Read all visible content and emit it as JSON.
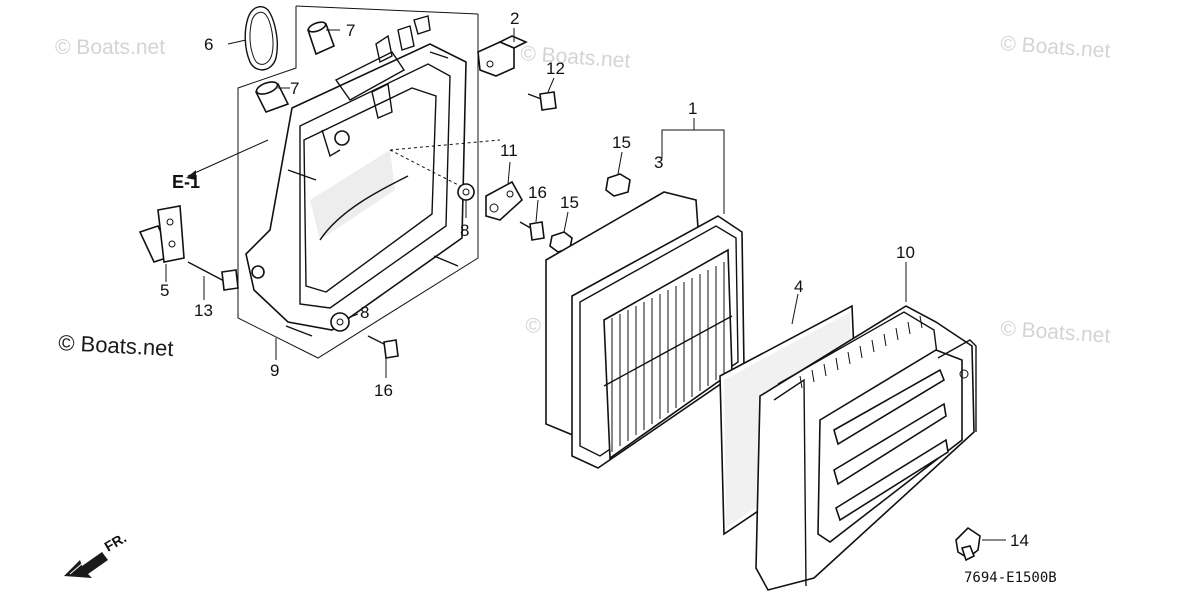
{
  "watermarks": [
    "© Boats.net",
    "© Boats.net",
    "© Boats.net",
    "© Boats.net",
    "© Boats.net",
    "© Boats.net"
  ],
  "callouts": {
    "p1": "1",
    "p2": "2",
    "p3": "3",
    "p4": "4",
    "p5": "5",
    "p6": "6",
    "p7a": "7",
    "p7b": "7",
    "p8a": "8",
    "p8b": "8",
    "p9": "9",
    "p10": "10",
    "p11": "11",
    "p12": "12",
    "p13": "13",
    "p14": "14",
    "p15a": "15",
    "p15b": "15",
    "p16a": "16",
    "p16b": "16",
    "e1": "E-1"
  },
  "diagram_code": "7694-E1500B",
  "front_marker": "FR."
}
